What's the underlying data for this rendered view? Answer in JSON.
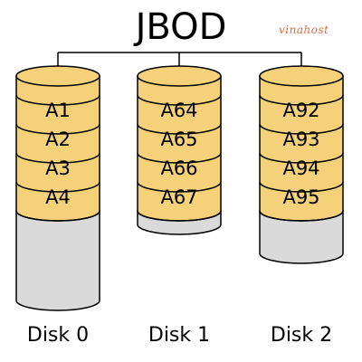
{
  "title": "JBOD",
  "watermark": "vinahost",
  "colors": {
    "block_fill": "#f5d27a",
    "free_fill": "#dadada",
    "stroke": "#000000",
    "watermark": "#e06a3a"
  },
  "disks": [
    {
      "label": "Disk 0",
      "blocks": [
        "A1",
        "A2",
        "A3",
        "A4"
      ]
    },
    {
      "label": "Disk 1",
      "blocks": [
        "A64",
        "A65",
        "A66",
        "A67"
      ]
    },
    {
      "label": "Disk 2",
      "blocks": [
        "A92",
        "A93",
        "A94",
        "A95"
      ]
    }
  ]
}
